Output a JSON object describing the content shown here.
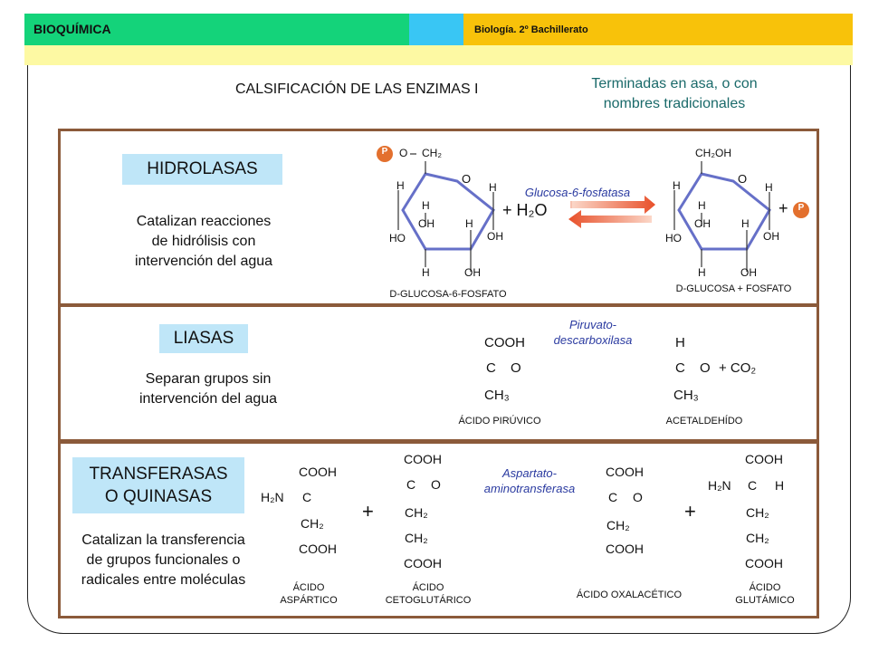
{
  "header": {
    "left": "BIOQUÍMICA",
    "right": "Biología. 2º Bachillerato"
  },
  "slide": {
    "title": "CALSIFICACIÓN DE LAS ENZIMAS I",
    "note_line1": "Terminadas en asa, o con",
    "note_line2": "nombres tradicionales"
  },
  "hidrolasas": {
    "name": "HIDROLASAS",
    "desc_lines": [
      "Catalizan reacciones",
      "de hidrólisis con",
      "intervención del agua"
    ],
    "enzyme": "Glucosa-6-fosfatasa",
    "substrate_label": "D-GLUCOSA-6-FOSFATO",
    "product_label": "D-GLUCOSA  + FOSFATO",
    "water": "+ H₂O",
    "plus": "+"
  },
  "liasas": {
    "name": "LIASAS",
    "desc_lines": [
      "Separan grupos sin",
      "intervención del agua"
    ],
    "enzyme_lines": [
      "Piruvato-",
      "descarboxilasa"
    ],
    "substrate_label": "ÁCIDO PIRÚVICO",
    "product_label": "ACETALDEHÍDO",
    "co2": "+ CO₂"
  },
  "transferasas": {
    "name_lines": [
      "TRANSFERASAS",
      "O QUINASAS"
    ],
    "desc_lines": [
      "Catalizan la transferencia",
      "de grupos funcionales o",
      "radicales entre moléculas"
    ],
    "enzyme_lines": [
      "Aspartato-",
      "aminotransferasa"
    ],
    "labels": {
      "aspartico": [
        "ÁCIDO",
        "ASPÁRTICO"
      ],
      "cetoglutarico": [
        "ÁCIDO",
        "CETOGLUTÁRICO"
      ],
      "oxalacetico": "ÁCIDO  OXALACÉTICO",
      "glutamico": [
        "ÁCIDO",
        "GLUTÁMICO"
      ]
    },
    "plus": "+"
  },
  "chem": {
    "cooh": "COOH",
    "c": "C",
    "o": "O",
    "ch2": "CH₂",
    "ch3": "CH₃",
    "h2n": "H₂N",
    "h": "H",
    "oh": "OH",
    "ho": "HO",
    "ch2oh": "CH₂OH",
    "p": "P"
  },
  "colors": {
    "header_green": "#14d37a",
    "header_cyan": "#39c6f4",
    "header_yellow": "#f8c20a",
    "header_pale": "#fdf9a3",
    "panel_border": "#8b5a3a",
    "enzyme_box": "#bfe6f8",
    "arrow_red": "#e8502a",
    "ring_blue": "#6670c8"
  }
}
